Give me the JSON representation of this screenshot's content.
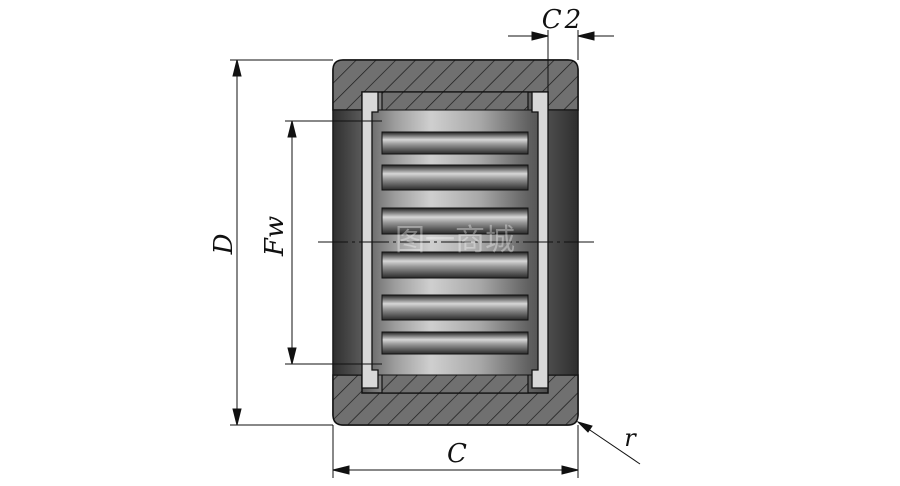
{
  "labels": {
    "c2": "C2",
    "d": "D",
    "fw": "Fw",
    "c": "C",
    "r": "r"
  },
  "watermark": "图一商城",
  "colors": {
    "line": "#111111",
    "hatch_fill": "#6f6f6f",
    "roller_light": "#cfcfcf",
    "roller_dark": "#2a2a2a",
    "bore_dark": "#3a3a3a"
  }
}
